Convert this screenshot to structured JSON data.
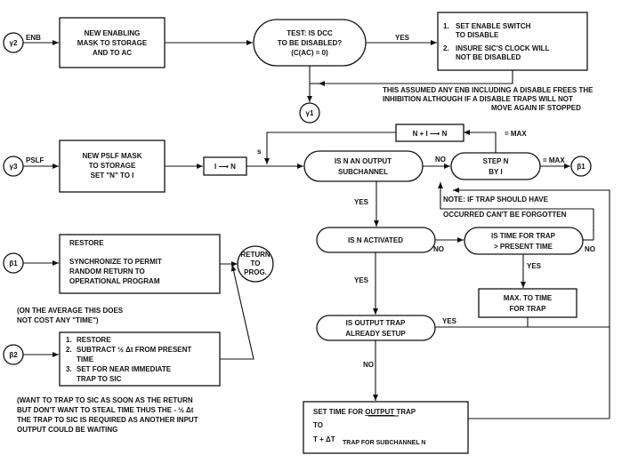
{
  "connectors": {
    "gamma2": "γ2",
    "gamma1": "γ1",
    "gamma3": "γ3",
    "beta1_right": "β1",
    "beta1_left": "β1",
    "beta2": "β2"
  },
  "line_labels": {
    "enb": "ENB",
    "pslf": "PSLF",
    "yes_dcc": "YES",
    "s": "s",
    "no_output_sub": "NO",
    "eq_max_step": "= MAX",
    "eq_max_loop": "= MAX",
    "yes_output_sub": "YES",
    "no_activated": "NO",
    "no_time_trap": "NO",
    "yes_time_trap": "YES",
    "yes_activated": "YES",
    "yes_trap_setup": "YES",
    "no_trap_setup": "NO"
  },
  "boxes": {
    "new_enabling_mask": [
      "NEW ENABLING",
      "MASK TO STORAGE",
      "AND TO AC"
    ],
    "test_dcc": [
      "TEST: IS DCC",
      "TO BE DISABLED?",
      "(C(AC) = 0)"
    ],
    "set_enable": {
      "item1_num": "1.",
      "item1": [
        "SET ENABLE SWITCH",
        "TO DISABLE"
      ],
      "item2_num": "2.",
      "item2": [
        "INSURE SIC'S CLOCK WILL",
        "NOT BE DISABLED"
      ]
    },
    "new_pslf_mask": [
      "NEW PSLF MASK",
      "TO STORAGE",
      "SET \"N\" TO I"
    ],
    "i_to_n": "I ⟶ N",
    "n_plus_one": "N + I ⟶ N",
    "is_output_subchannel": [
      "IS N AN OUTPUT",
      "SUBCHANNEL"
    ],
    "step_n": [
      "STEP N",
      "BY I"
    ],
    "is_n_activated": "IS N ACTIVATED",
    "is_time_for_trap": [
      "IS TIME FOR TRAP",
      "> PRESENT TIME"
    ],
    "restore": [
      "RESTORE",
      "SYNCHRONIZE TO PERMIT",
      "RANDOM RETURN TO",
      "OPERATIONAL PROGRAM"
    ],
    "return_to_prog": [
      "RETURN",
      "TO",
      "PROG."
    ],
    "max_to_time": [
      "MAX. TO TIME",
      "FOR TRAP"
    ],
    "is_output_trap_setup": [
      "IS OUTPUT TRAP",
      "ALREADY SETUP"
    ],
    "restore_subtract": {
      "item1_num": "1.",
      "item1": "RESTORE",
      "item2_num": "2.",
      "item2": [
        "SUBTRACT ½ Δt  FROM PRESENT",
        "TIME"
      ],
      "item3_num": "3.",
      "item3": [
        "SET FOR NEAR IMMEDIATE",
        "TRAP TO SIC"
      ]
    },
    "set_time_output_trap": {
      "line1_prefix": "SET TIME FOR ",
      "line1_underlined": "OUTPUT",
      "line1_suffix": " TRAP",
      "line2": "TO",
      "line3": "T + ΔT",
      "line3_sub": "TRAP FOR SUBCHANNEL N"
    }
  },
  "notes": {
    "assumed_enb": [
      "THIS ASSUMED ANY ENB INCLUDING A DISABLE FREES THE",
      "INHIBITION ALTHOUGH IF A DISABLE TRAPS WILL NOT",
      "MOVE AGAIN IF STOPPED"
    ],
    "trap_occurred": [
      "NOTE: IF TRAP SHOULD HAVE",
      "OCCURRED CAN'T BE FORGOTTEN"
    ],
    "on_average": [
      "(ON THE AVERAGE THIS DOES",
      "NOT COST ANY \"TIME\")"
    ],
    "want_to_trap": [
      "(WANT TO TRAP TO SIC AS SOON AS THE RETURN",
      "BUT DON'T WANT TO STEAL TIME THUS THE - ½ Δt",
      "THE TRAP TO SIC IS REQUIRED AS ANOTHER INPUT",
      "OUTPUT COULD BE WAITING"
    ]
  }
}
